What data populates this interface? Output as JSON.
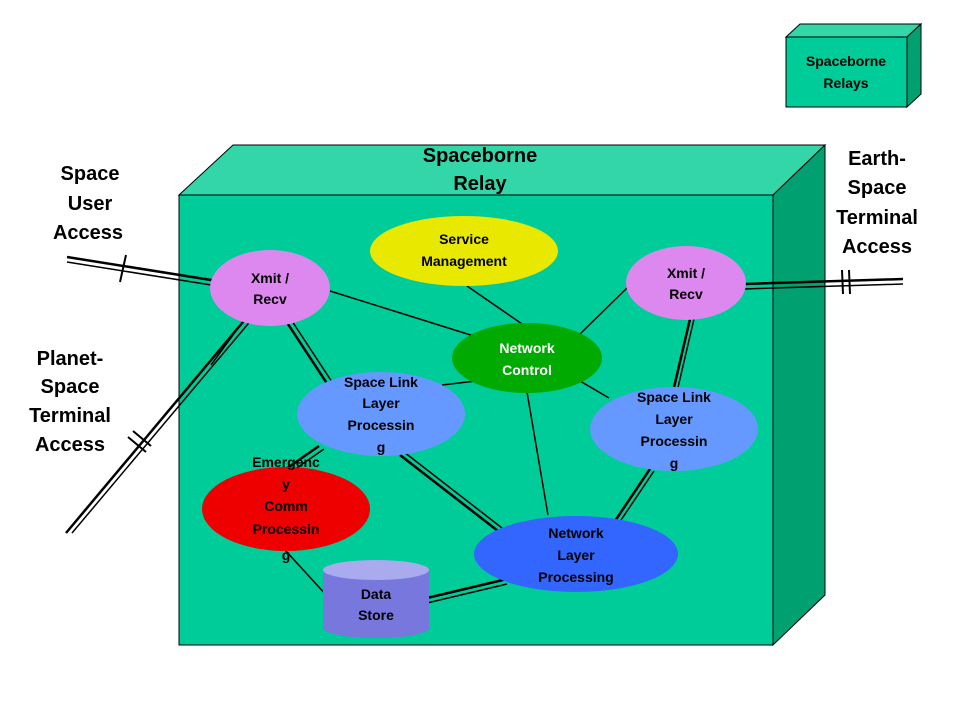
{
  "colors": {
    "box_front": "#00CC99",
    "box_top": "#33D6A8",
    "box_side": "#00A070",
    "xmit": "#DD88EE",
    "service": "#E8E800",
    "network_control": "#00AA00",
    "space_link": "#6699FF",
    "network_layer": "#3366FF",
    "emergency": "#EE0000",
    "data_store": "#7777DD",
    "data_store_top": "#AAAAEE"
  },
  "legend": {
    "lines": [
      "Spaceborne",
      "Relays"
    ]
  },
  "relay_title": {
    "lines": [
      "Spaceborne",
      "Relay"
    ]
  },
  "labels": {
    "space_user": [
      "Space",
      "User",
      "Access"
    ],
    "planet_space": [
      "Planet-",
      "Space",
      "Terminal",
      "Access"
    ],
    "earth_space": [
      "Earth-",
      "Space",
      "Terminal",
      "Access"
    ]
  },
  "nodes": {
    "xmit_left": [
      "Xmit /",
      "Recv"
    ],
    "xmit_right": [
      "Xmit /",
      "Recv"
    ],
    "service_mgmt": [
      "Service",
      "Management"
    ],
    "network_control": [
      "Network",
      "Control"
    ],
    "space_link_left": [
      "Space Link",
      "Layer",
      "Processin",
      "g"
    ],
    "space_link_right": [
      "Space Link",
      "Layer",
      "Processin",
      "g"
    ],
    "emergency": [
      "Emergenc",
      "y",
      "Comm",
      "Processin",
      "g"
    ],
    "network_layer": [
      "Network",
      "Layer",
      "Processing"
    ],
    "data_store": [
      "Data",
      "Store"
    ]
  }
}
